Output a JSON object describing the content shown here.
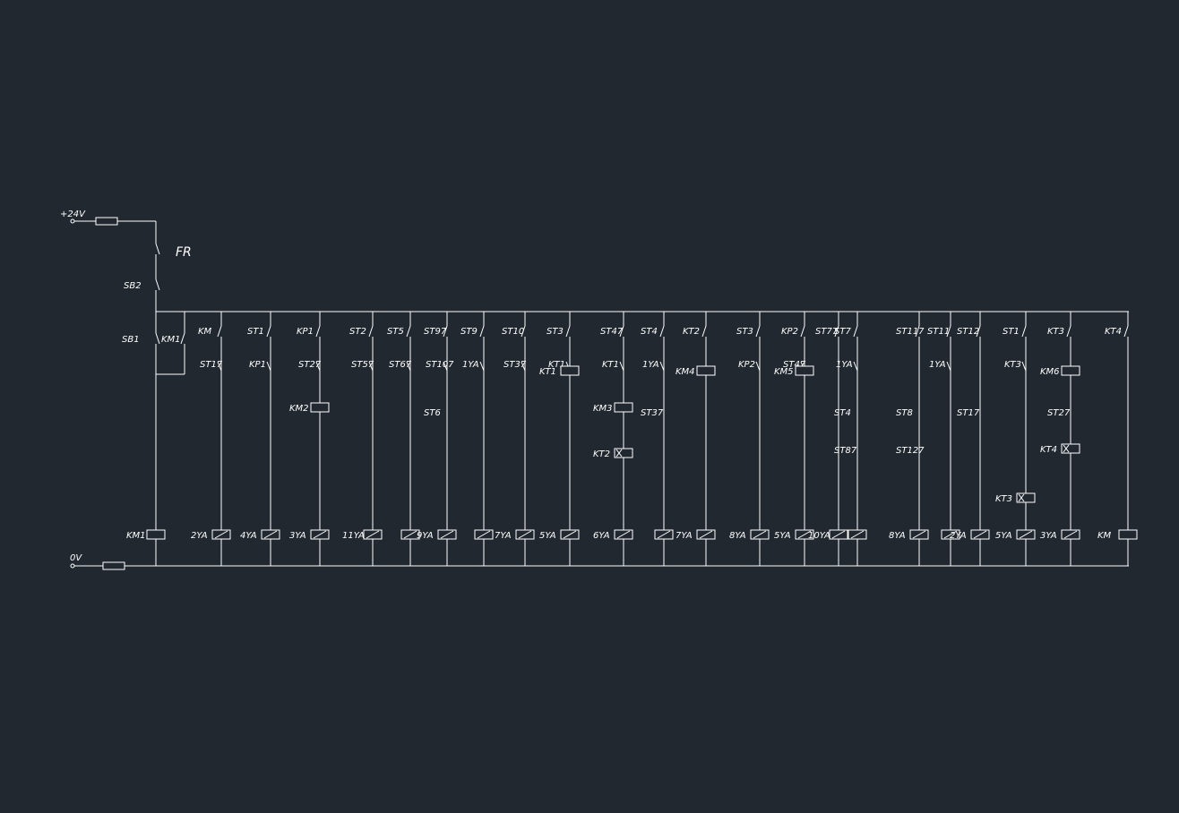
{
  "supply": {
    "positive": "+24V",
    "zero": "0V",
    "thermal_relay": "FR",
    "stop": "SB2",
    "start": "SB1",
    "hold": "KM1"
  },
  "rungs": [
    {
      "id": "r1",
      "top": "KM",
      "mid1": "ST17",
      "coil": "2YA"
    },
    {
      "id": "r2",
      "top": "ST1",
      "mid1": "KP1",
      "coil": "4YA"
    },
    {
      "id": "r3",
      "top": "KP1",
      "top2": "KM2",
      "mid1": "ST27",
      "relay": "KM2",
      "coil": "3YA"
    },
    {
      "id": "r4",
      "top": "ST2",
      "mid1": "ST57",
      "coil": "11YA"
    },
    {
      "id": "r5",
      "top": "ST5",
      "mid1": "ST67",
      "coil": ""
    },
    {
      "id": "r6",
      "top": "ST97",
      "mid1": "ST107",
      "mid2": "ST6",
      "coil": "9YA"
    },
    {
      "id": "r7",
      "top": "ST9",
      "mid1": "1YA",
      "coil": ""
    },
    {
      "id": "r8",
      "top": "ST10",
      "mid1": "ST37",
      "coil": "7YA"
    },
    {
      "id": "r9",
      "top": "ST3",
      "mid1": "KT1",
      "relay": "KT1",
      "coil": "5YA"
    },
    {
      "id": "r10",
      "top": "ST47",
      "mid1": "KT1",
      "mid1b": "KM3",
      "relay": "KM3",
      "timer": "KT2",
      "coil": "6YA"
    },
    {
      "id": "r11",
      "top": "ST4",
      "mid1": "1YA",
      "mid2": "ST37",
      "coil": ""
    },
    {
      "id": "r12",
      "top": "KT2",
      "top2": "KM4",
      "relay": "KM4",
      "coil": "7YA"
    },
    {
      "id": "r13",
      "top": "ST3",
      "mid1": "KP2",
      "coil": "8YA"
    },
    {
      "id": "r14",
      "top": "KP2",
      "top2": "KM5",
      "relay": "KM5",
      "mid1": "ST47",
      "coil": "5YA"
    },
    {
      "id": "r15",
      "top": "ST77",
      "coil": "10YA"
    },
    {
      "id": "r16",
      "top": "ST7",
      "mid1": "1YA",
      "mid2": "ST4",
      "mid3": "ST87",
      "coil": ""
    },
    {
      "id": "r17",
      "top": "ST117",
      "mid2": "ST8",
      "mid3": "ST127",
      "coil": "8YA"
    },
    {
      "id": "r18",
      "top": "ST11",
      "mid1": "1YA",
      "coil": ""
    },
    {
      "id": "r19",
      "top": "ST12",
      "mid2": "ST17",
      "coil": "2YA"
    },
    {
      "id": "r20",
      "top": "ST1",
      "mid1": "KT3",
      "timer": "KT3",
      "coil": "5YA"
    },
    {
      "id": "r21",
      "top": "KT3",
      "top2": "KM6",
      "mid2": "ST27",
      "relay": "KM6",
      "timer": "KT4",
      "coil": "3YA"
    },
    {
      "id": "r22",
      "top": "KT4",
      "coil": "KM"
    }
  ],
  "extra_labels": {
    "km1_coil": "KM1",
    "yb_4ya": "4YA",
    "yb_3ya": "3YA",
    "yb_11ya": "11YA",
    "yb_5ya_a": "5YA",
    "yb_6ya": "6YA",
    "yb_8ya": "8YA",
    "yb_5ya_b": "5YA",
    "yb_10ya": "10YA",
    "yb_5ya_c": "5YA",
    "yb_3ya_b": "3YA",
    "st37b": "ST37",
    "st4": "ST4",
    "st11": "ST11",
    "km": "KM"
  }
}
